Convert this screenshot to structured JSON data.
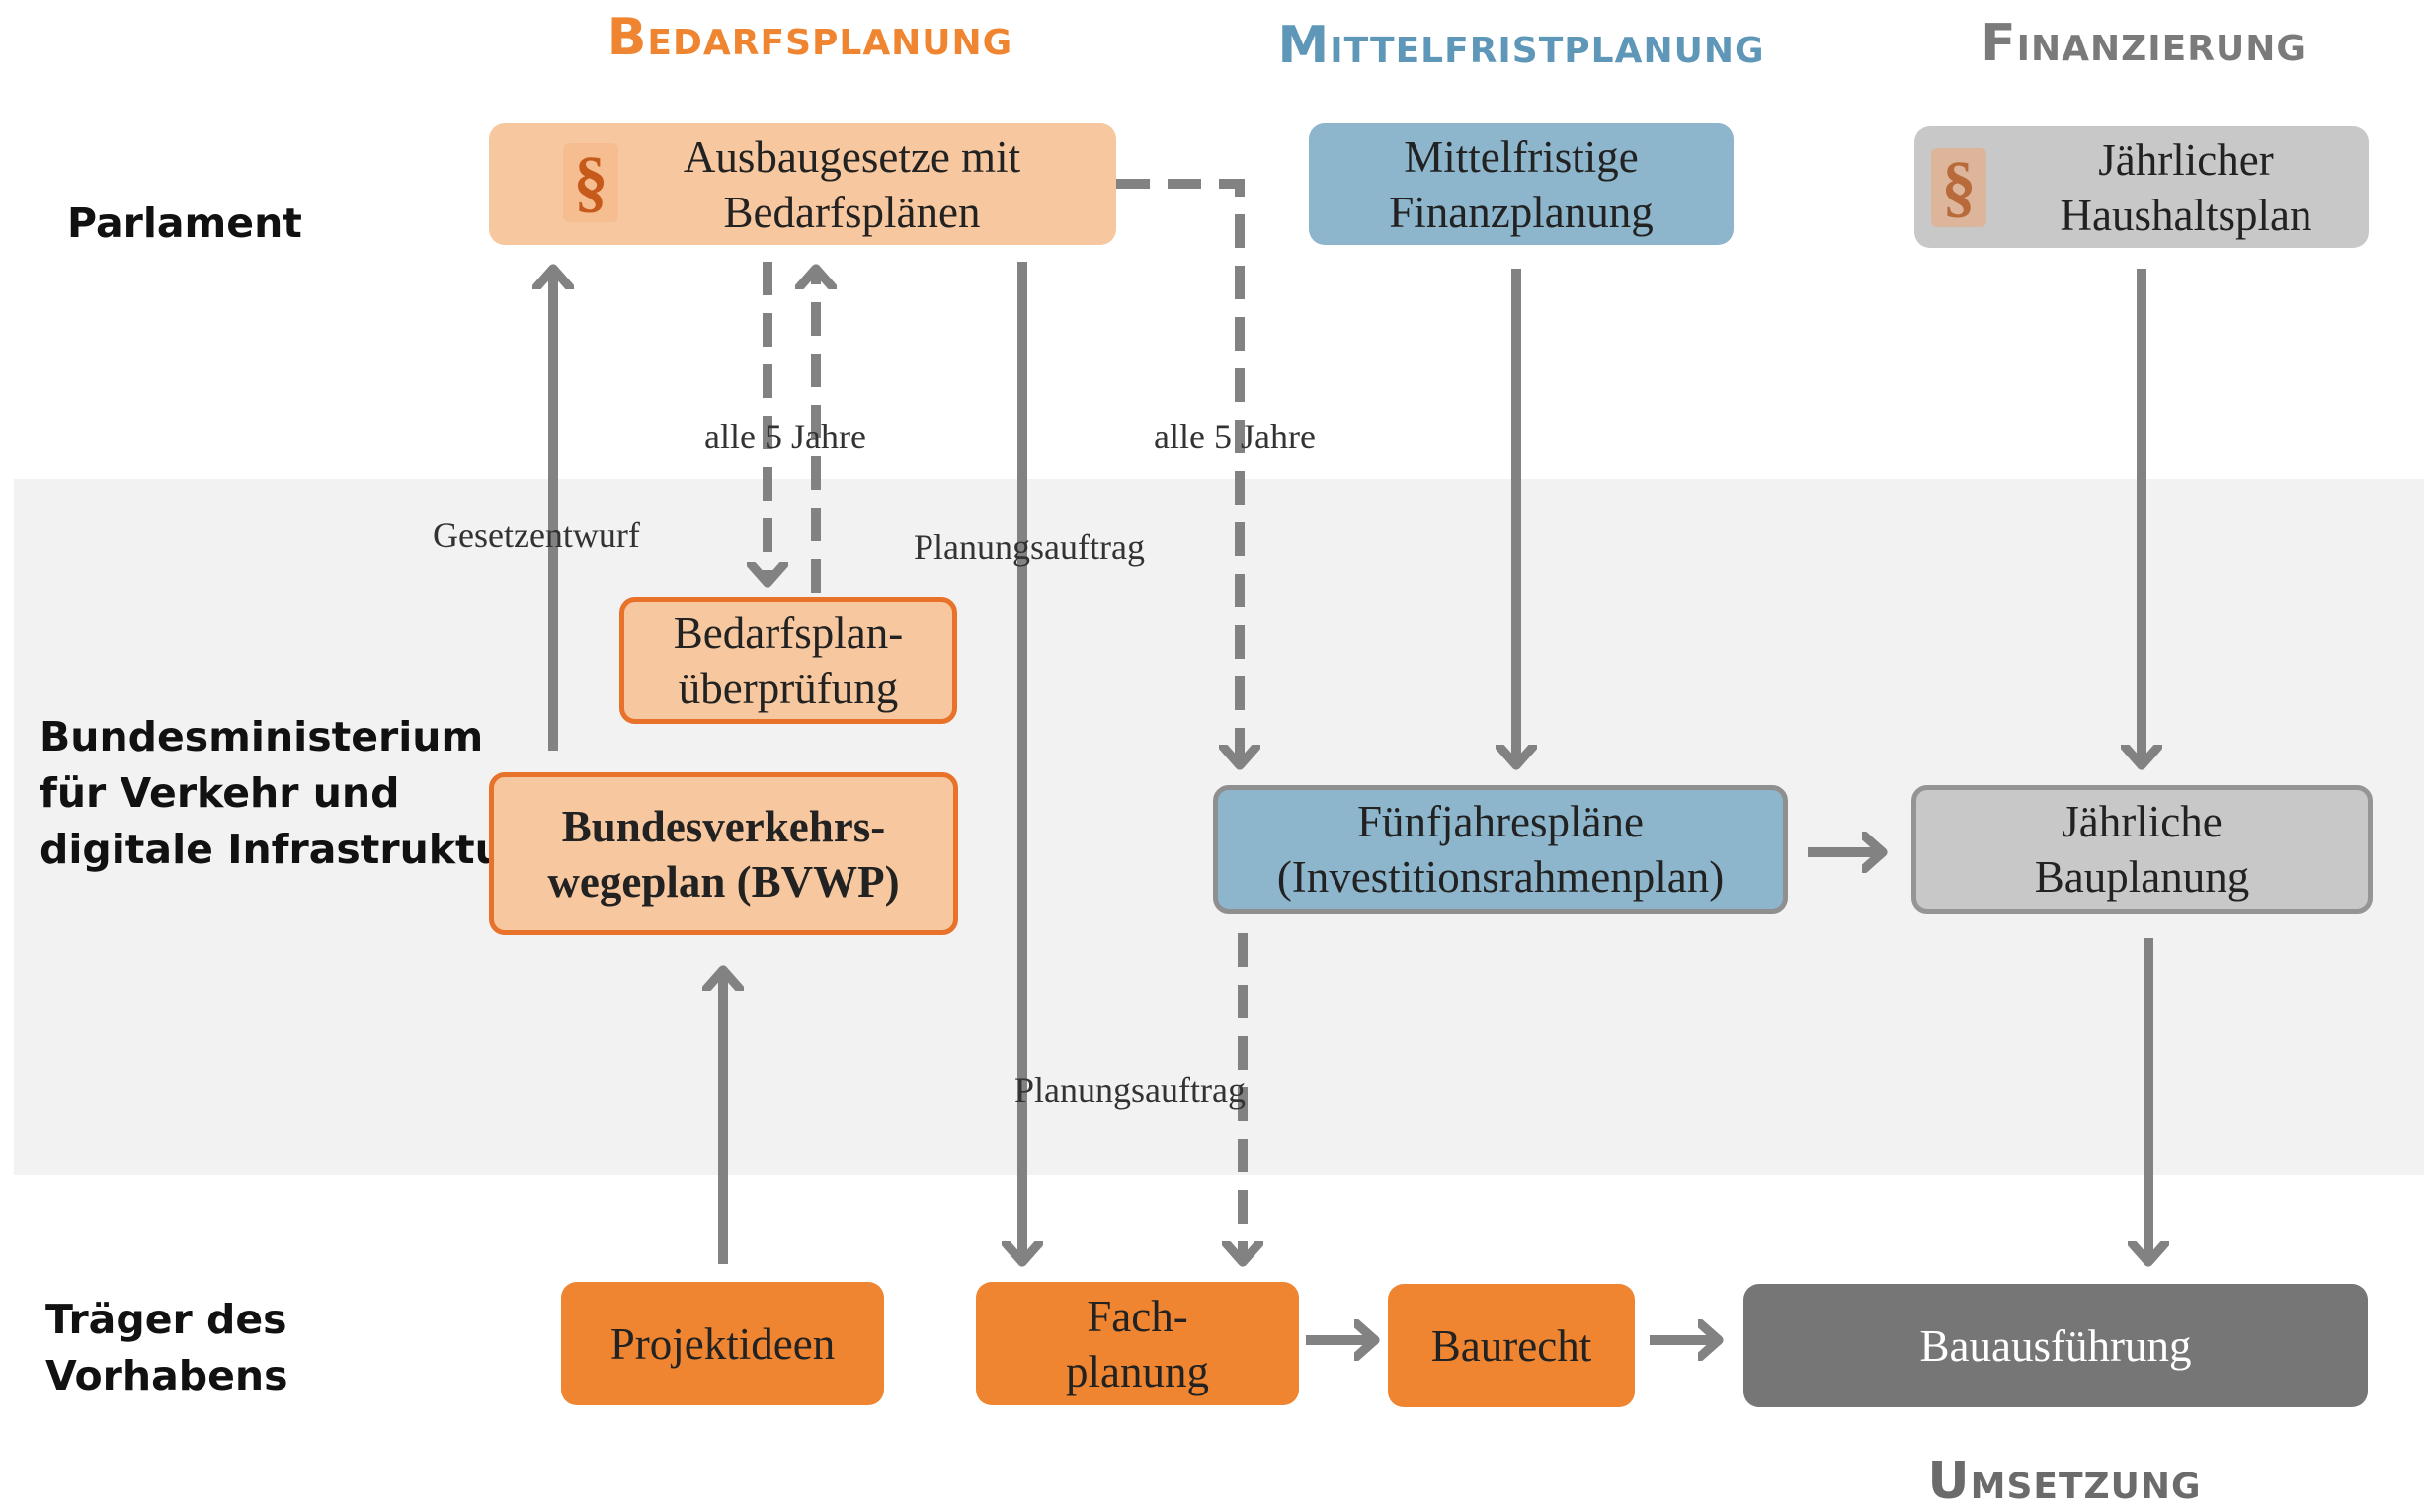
{
  "columns": {
    "bedarf": "Bedarfsplanung",
    "mittel": "Mittelfristplanung",
    "finanz": "Finanzierung",
    "umsetzung": "Umsetzung"
  },
  "colors": {
    "bedarf": "#ef8530",
    "mittel": "#5e97b8",
    "finanz": "#7a7a7a",
    "umsetzung": "#6b6b6b"
  },
  "rows": {
    "parlament": "Parlament",
    "ministerium": "Bundesministerium\nfür Verkehr und\ndigitale Infrastruktur",
    "traeger": "Träger des\nVorhabens"
  },
  "boxes": {
    "ausbaugesetze": "Ausbaugesetze mit\nBedarfsplänen",
    "mittelfristige": "Mittelfristige\nFinanzplanung",
    "haushaltsplan": "Jährlicher\nHaushaltsplan",
    "ueberpruefung": "Bedarfsplan-\nüberprüfung",
    "bvwp": "Bundesverkehrs-\nwegeplan (BVWP)",
    "fuenfjahresplaene": "Fünfjahrespläne\n(Investitionsrahmenplan)",
    "bauplanung": "Jährliche\nBauplanung",
    "projektideen": "Projektideen",
    "fachplanung": "Fach-\nplanung",
    "baurecht": "Baurecht",
    "bauausfuehrung": "Bauausführung"
  },
  "edge_labels": {
    "alle5_left": "alle 5 Jahre",
    "alle5_right": "alle 5 Jahre",
    "gesetzentwurf": "Gesetzentwurf",
    "planungsauftrag_top": "Planungsauftrag",
    "planungsauftrag_bottom": "Planungsauftrag"
  },
  "icons": {
    "law": "paragraph-icon",
    "law_symbol": "§"
  }
}
